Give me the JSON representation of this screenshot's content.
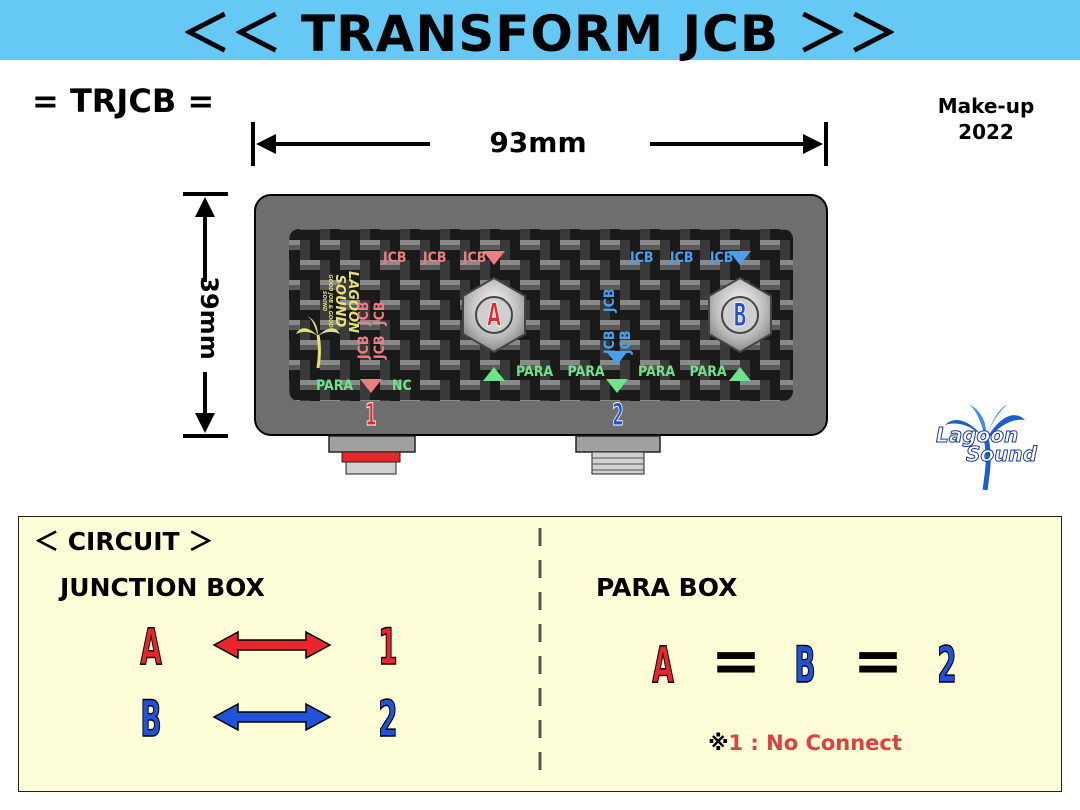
{
  "header": {
    "title": "＜＜ TRANSFORM JCB ＞＞"
  },
  "model": "= TRJCB =",
  "makeup": {
    "text": "Make-up\n2022"
  },
  "dimensions": {
    "width_label": "93mm",
    "height_label": "39mm"
  },
  "device": {
    "jack_a_label": "A",
    "jack_b_label": "B",
    "output_1_label": "1",
    "output_2_label": "2",
    "logo_text": "LAGOON SOUND",
    "logo_small": "GOOD JOB & GOOD SOUND",
    "jcb_label": "JCB",
    "para_label": "PARA",
    "nc_label": "NC"
  },
  "brand_logo": {
    "line1": "Lagoon",
    "line2": "Sound"
  },
  "circuit": {
    "heading": "＜ CIRCUIT ＞",
    "junction_box": {
      "title": "JUNCTION BOX",
      "rows": [
        {
          "from": "A",
          "to": "1",
          "color": "#e8262c"
        },
        {
          "from": "B",
          "to": "2",
          "color": "#2153d8"
        }
      ]
    },
    "para_box": {
      "title": "PARA BOX",
      "items": [
        "A",
        "=",
        "B",
        "=",
        "2"
      ],
      "note_mark": "※",
      "note_text": "1 : No Connect"
    }
  },
  "colors": {
    "title_bar": "#66c8f5",
    "circuit_bg": "#fdfdd8",
    "jack_a": "#e8262c",
    "jack_b": "#2153d8",
    "jcb_pink": "#f07c84",
    "jcb_blue": "#4a9ff0",
    "para_green": "#6fe38c"
  }
}
